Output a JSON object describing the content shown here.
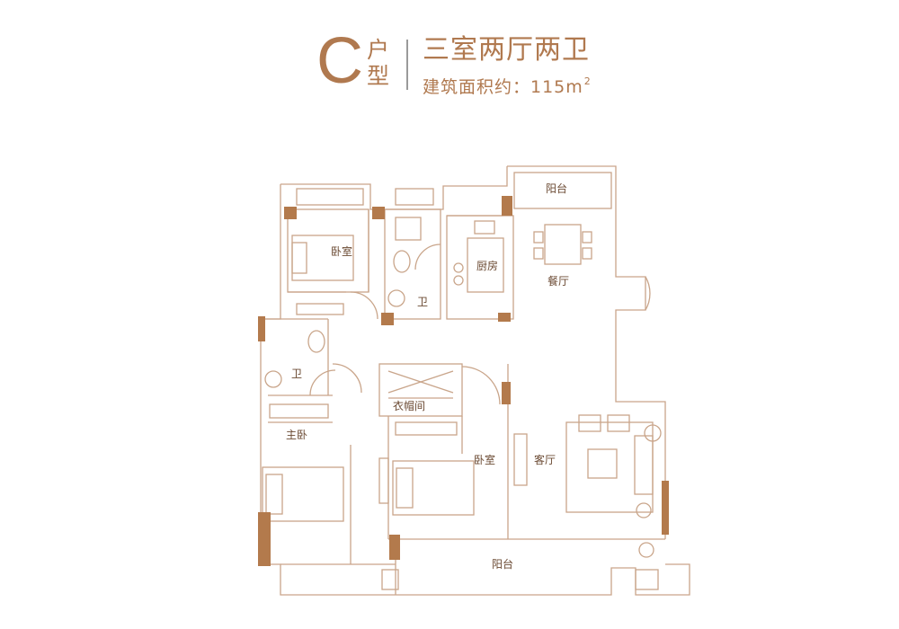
{
  "header": {
    "unit_letter": "C",
    "unit_suffix_top": "户",
    "unit_suffix_bottom": "型",
    "layout_title": "三室两厅两卫",
    "area_text": "建筑面积约：115m",
    "area_superscript": "2"
  },
  "rooms": {
    "balcony_top": "阳台",
    "bedroom_north": "卧室",
    "bathroom_north": "卫",
    "kitchen": "厨房",
    "dining": "餐厅",
    "bathroom_master": "卫",
    "wardrobe": "衣帽间",
    "master_bedroom": "主卧",
    "bedroom_south": "卧室",
    "living": "客厅",
    "balcony_bottom": "阳台"
  },
  "colors": {
    "accent": "#b0794f",
    "wall_line": "#c9a58a",
    "wall_fill": "#b37a4c",
    "room_label": "#6b4a33",
    "separator": "#9a9a9a",
    "background": "#ffffff"
  }
}
